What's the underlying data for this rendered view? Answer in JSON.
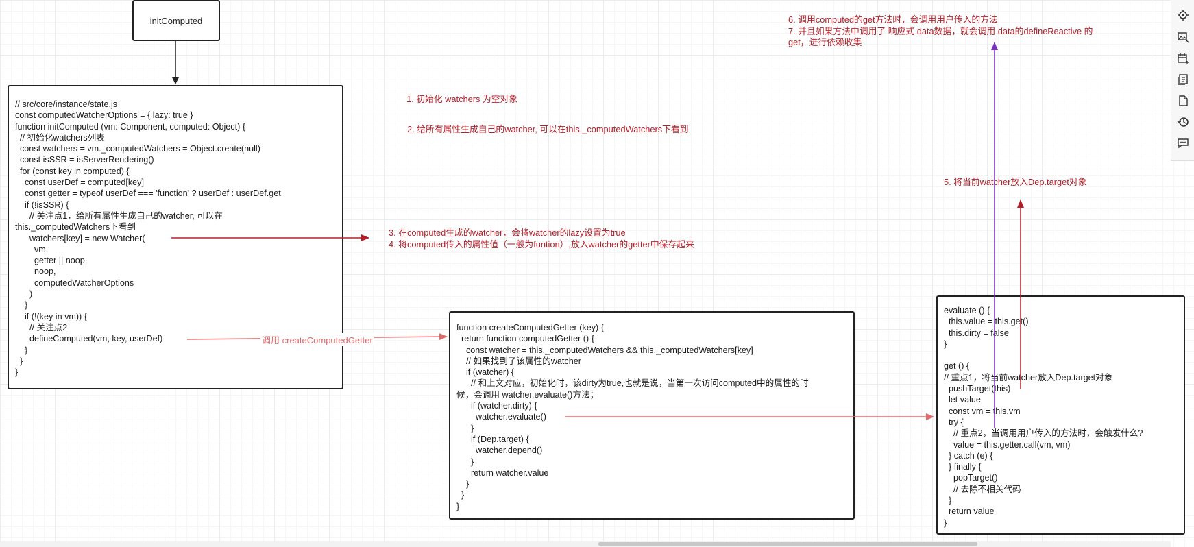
{
  "diagram": {
    "title_node": "initComputed",
    "init_code": [
      "// src/core/instance/state.js",
      "const computedWatcherOptions = { lazy: true }",
      "function initComputed (vm: Component, computed: Object) {",
      "  // 初始化watchers列表",
      "  const watchers = vm._computedWatchers = Object.create(null)",
      "  const isSSR = isServerRendering()",
      "  for (const key in computed) {",
      "    const userDef = computed[key]",
      "    const getter = typeof userDef === 'function' ? userDef : userDef.get",
      "    if (!isSSR) {",
      "      // 关注点1，给所有属性生成自己的watcher, 可以在",
      "this._computedWatchers下看到",
      "      watchers[key] = new Watcher(",
      "        vm,",
      "        getter || noop,",
      "        noop,",
      "        computedWatcherOptions",
      "      )",
      "    }",
      "    if (!(key in vm)) {",
      "      // 关注点2",
      "      defineComputed(vm, key, userDef)",
      "    }",
      "  }",
      "}"
    ],
    "getter_code": [
      "function createComputedGetter (key) {",
      "  return function computedGetter () {",
      "    const watcher = this._computedWatchers && this._computedWatchers[key]",
      "    // 如果找到了该属性的watcher",
      "    if (watcher) {",
      "      // 和上文对应，初始化时，该dirty为true,也就是说，当第一次访问computed中的属性的时",
      "候，会调用 watcher.evaluate()方法；",
      "      if (watcher.dirty) {",
      "        watcher.evaluate()",
      "      }",
      "      if (Dep.target) {",
      "        watcher.depend()",
      "      }",
      "      return watcher.value",
      "    }",
      "  }",
      "}"
    ],
    "evaluate_code": [
      "evaluate () {",
      "  this.value = this.get()",
      "  this.dirty = false",
      "}",
      "",
      "get () {",
      "// 重点1，将当前watcher放入Dep.target对象",
      "  pushTarget(this)",
      "  let value",
      "  const vm = this.vm",
      "  try {",
      "    // 重点2，当调用用户传入的方法时，会触发什么?",
      "    value = this.getter.call(vm, vm)",
      "  } catch (e) {",
      "  } finally {",
      "    popTarget()",
      "    // 去除不相关代码",
      "  }",
      "  return value",
      "}"
    ],
    "notes": {
      "n1": "1. 初始化 watchers 为空对象",
      "n2": "2. 给所有属性生成自己的watcher, 可以在this._computedWatchers下看到",
      "n34": "3. 在computed生成的watcher，会将watcher的lazy设置为true\n4. 将computed传入的属性值（一般为funtion）,放入watcher的getter中保存起来",
      "n5": "5. 将当前watcher放入Dep.target对象",
      "n67": "6. 调用computed的get方法时，会调用用户传入的方法\n7. 并且如果方法中调用了 响应式 data数据，就会调用 data的defineReactive 的\nget，进行依赖收集"
    },
    "edge_label": "调用 createComputedGetter",
    "colors": {
      "note": "#b3202a",
      "arrow_red": "#b3202a",
      "arrow_pink": "#e06a6a",
      "arrow_purple": "#7b2fbf",
      "arrow_dark": "#222222"
    }
  },
  "toolbar": {
    "icons": [
      "target-icon",
      "image-icon",
      "calendar-icon",
      "pages-icon",
      "document-icon",
      "history-icon",
      "comment-icon"
    ]
  }
}
